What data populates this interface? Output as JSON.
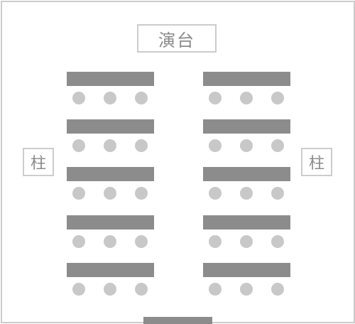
{
  "stage": {
    "label": "演台"
  },
  "pillars": [
    {
      "label": "柱"
    },
    {
      "label": "柱"
    }
  ],
  "layout": {
    "columns": 2,
    "rows_per_column": 5,
    "seats_per_table": 3
  },
  "colors": {
    "border": "#cccccc",
    "table": "#8c8c8c",
    "seat": "#c8c8c8",
    "label_text": "#8a8a8a"
  }
}
